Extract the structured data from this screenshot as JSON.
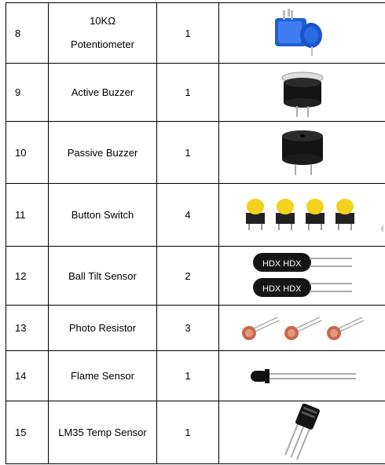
{
  "rows": [
    {
      "num": "8",
      "name_lines": [
        "10KΩ",
        "Potentiometer"
      ],
      "qty": "1",
      "icon": "potentiometer-image"
    },
    {
      "num": "9",
      "name": "Active Buzzer",
      "qty": "1",
      "icon": "active-buzzer-image"
    },
    {
      "num": "10",
      "name": "Passive Buzzer",
      "qty": "1",
      "icon": "passive-buzzer-image"
    },
    {
      "num": "11",
      "name": "Button Switch",
      "qty": "4",
      "icon": "button-switch-image"
    },
    {
      "num": "12",
      "name": "Ball Tilt Sensor",
      "qty": "2",
      "icon": "ball-tilt-sensor-image",
      "label": "HDX HDX"
    },
    {
      "num": "13",
      "name": "Photo Resistor",
      "qty": "3",
      "icon": "photo-resistor-image"
    },
    {
      "num": "14",
      "name": "Flame Sensor",
      "qty": "1",
      "icon": "flame-sensor-image"
    },
    {
      "num": "15",
      "name": "LM35 Temp Sensor",
      "qty": "1",
      "icon": "lm35-sensor-image"
    }
  ],
  "colors": {
    "border": "#000000",
    "pot_blue": "#1f5fd6",
    "button_yellow": "#f2d21b",
    "black": "#111111"
  }
}
